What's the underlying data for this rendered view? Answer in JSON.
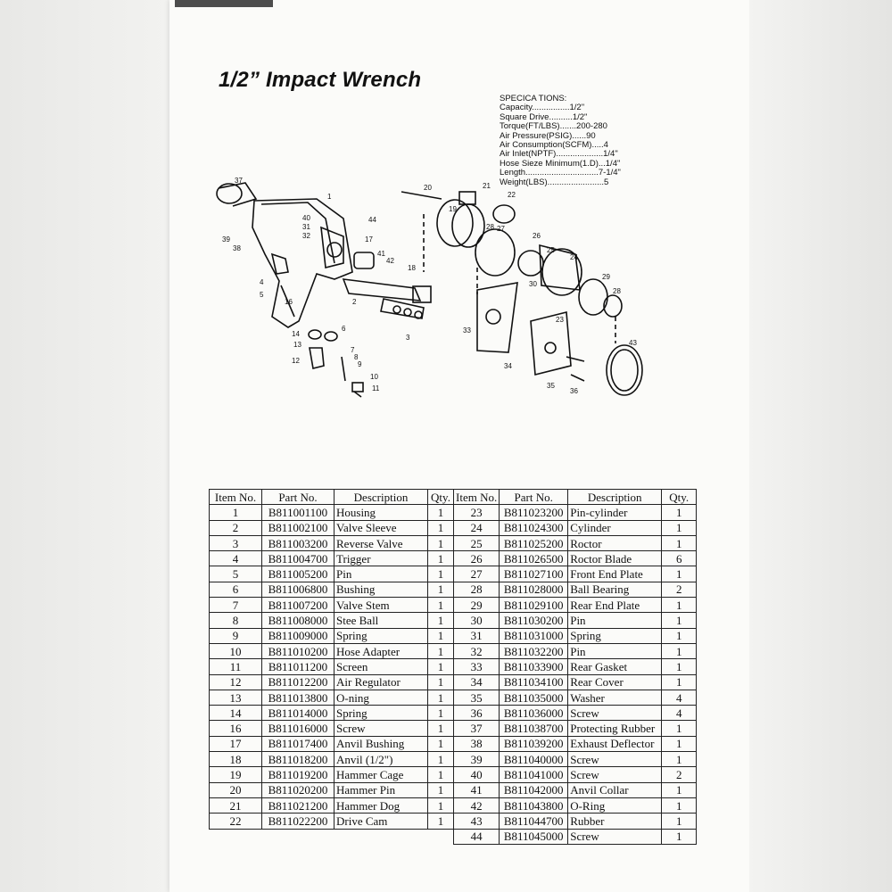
{
  "document": {
    "title": "1/2” Impact Wrench",
    "specs_heading": "SPECICA TIONS:",
    "specs": [
      "Capacity................1/2\"",
      "Square Drive..........1/2\"",
      "Torque(FT/LBS).......200-280",
      "Air Pressure(PSIG)......90",
      "Air Consumption(SCFM).....4",
      "Air Inlet(NPTF)....................1/4\"",
      "Hose Sieze Minimum(1.D)...1/4\"",
      "Length...............................7-1/4\"",
      "Weight(LBS)........................5"
    ]
  },
  "diagram": {
    "labels": [
      "37",
      "1",
      "40",
      "31",
      "32",
      "44",
      "17",
      "39",
      "38",
      "41",
      "42",
      "18",
      "4",
      "5",
      "16",
      "2",
      "3",
      "14",
      "13",
      "6",
      "12",
      "7",
      "8",
      "9",
      "10",
      "11",
      "20",
      "21",
      "22",
      "19",
      "28",
      "27",
      "26",
      "25",
      "24",
      "29",
      "30",
      "28",
      "23",
      "33",
      "34",
      "35",
      "36",
      "43"
    ]
  },
  "table": {
    "headers": [
      "Item No.",
      "Part No.",
      "Description",
      "Qty.",
      "Item No.",
      "Part No.",
      "Description",
      "Qty."
    ],
    "left": [
      {
        "item": "1",
        "part": "B811001100",
        "desc": "Housing",
        "qty": "1"
      },
      {
        "item": "2",
        "part": "B811002100",
        "desc": "Valve Sleeve",
        "qty": "1"
      },
      {
        "item": "3",
        "part": "B811003200",
        "desc": "Reverse Valve",
        "qty": "1"
      },
      {
        "item": "4",
        "part": "B811004700",
        "desc": "Trigger",
        "qty": "1"
      },
      {
        "item": "5",
        "part": "B811005200",
        "desc": "Pin",
        "qty": "1"
      },
      {
        "item": "6",
        "part": "B811006800",
        "desc": "Bushing",
        "qty": "1"
      },
      {
        "item": "7",
        "part": "B811007200",
        "desc": "Valve Stem",
        "qty": "1"
      },
      {
        "item": "8",
        "part": "B811008000",
        "desc": "Stee Ball",
        "qty": "1"
      },
      {
        "item": "9",
        "part": "B811009000",
        "desc": "Spring",
        "qty": "1"
      },
      {
        "item": "10",
        "part": "B811010200",
        "desc": "Hose Adapter",
        "qty": "1"
      },
      {
        "item": "11",
        "part": "B811011200",
        "desc": "Screen",
        "qty": "1"
      },
      {
        "item": "12",
        "part": "B811012200",
        "desc": "Air Regulator",
        "qty": "1"
      },
      {
        "item": "13",
        "part": "B811013800",
        "desc": "O-ning",
        "qty": "1"
      },
      {
        "item": "14",
        "part": "B811014000",
        "desc": "Spring",
        "qty": "1"
      },
      {
        "item": "16",
        "part": "B811016000",
        "desc": "Screw",
        "qty": "1"
      },
      {
        "item": "17",
        "part": "B811017400",
        "desc": "Anvil Bushing",
        "qty": "1"
      },
      {
        "item": "18",
        "part": "B811018200",
        "desc": "Anvil (1/2\")",
        "qty": "1"
      },
      {
        "item": "19",
        "part": "B811019200",
        "desc": "Hammer Cage",
        "qty": "1"
      },
      {
        "item": "20",
        "part": "B811020200",
        "desc": "Hammer Pin",
        "qty": "1"
      },
      {
        "item": "21",
        "part": "B811021200",
        "desc": "Hammer Dog",
        "qty": "1"
      },
      {
        "item": "22",
        "part": "B811022200",
        "desc": "Drive Cam",
        "qty": "1"
      }
    ],
    "right": [
      {
        "item": "23",
        "part": "B811023200",
        "desc": "Pin-cylinder",
        "qty": "1"
      },
      {
        "item": "24",
        "part": "B811024300",
        "desc": "Cylinder",
        "qty": "1"
      },
      {
        "item": "25",
        "part": "B811025200",
        "desc": "Roctor",
        "qty": "1"
      },
      {
        "item": "26",
        "part": "B811026500",
        "desc": "Roctor Blade",
        "qty": "6"
      },
      {
        "item": "27",
        "part": "B811027100",
        "desc": "Front End Plate",
        "qty": "1"
      },
      {
        "item": "28",
        "part": "B811028000",
        "desc": "Ball Bearing",
        "qty": "2"
      },
      {
        "item": "29",
        "part": "B811029100",
        "desc": "Rear End Plate",
        "qty": "1"
      },
      {
        "item": "30",
        "part": "B811030200",
        "desc": "Pin",
        "qty": "1"
      },
      {
        "item": "31",
        "part": "B811031000",
        "desc": "Spring",
        "qty": "1"
      },
      {
        "item": "32",
        "part": "B811032200",
        "desc": "Pin",
        "qty": "1"
      },
      {
        "item": "33",
        "part": "B811033900",
        "desc": "Rear Gasket",
        "qty": "1"
      },
      {
        "item": "34",
        "part": "B811034100",
        "desc": "Rear Cover",
        "qty": "1"
      },
      {
        "item": "35",
        "part": "B811035000",
        "desc": "Washer",
        "qty": "4"
      },
      {
        "item": "36",
        "part": "B811036000",
        "desc": "Screw",
        "qty": "4"
      },
      {
        "item": "37",
        "part": "B811038700",
        "desc": "Protecting Rubber",
        "qty": "1"
      },
      {
        "item": "38",
        "part": "B811039200",
        "desc": "Exhaust Deflector",
        "qty": "1"
      },
      {
        "item": "39",
        "part": "B811040000",
        "desc": "Screw",
        "qty": "1"
      },
      {
        "item": "40",
        "part": "B811041000",
        "desc": "Screw",
        "qty": "2"
      },
      {
        "item": "41",
        "part": "B811042000",
        "desc": "Anvil Collar",
        "qty": "1"
      },
      {
        "item": "42",
        "part": "B811043800",
        "desc": "O-Ring",
        "qty": "1"
      },
      {
        "item": "43",
        "part": "B811044700",
        "desc": "Rubber",
        "qty": "1"
      },
      {
        "item": "44",
        "part": "B811045000",
        "desc": "Screw",
        "qty": "1"
      }
    ]
  }
}
